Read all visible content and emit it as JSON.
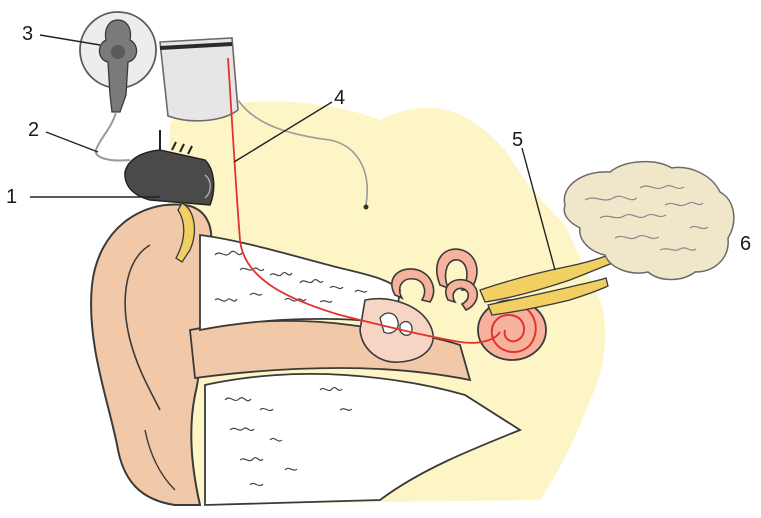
{
  "callouts": [
    {
      "id": "callout-1",
      "number": "1"
    },
    {
      "id": "callout-2",
      "number": "2"
    },
    {
      "id": "callout-3",
      "number": "3"
    },
    {
      "id": "callout-4",
      "number": "4"
    },
    {
      "id": "callout-5",
      "number": "5"
    },
    {
      "id": "callout-6",
      "number": "6"
    }
  ],
  "colors": {
    "background": "#ffffff",
    "head_tissue": "#fdf5c6",
    "skin": "#f2c9a8",
    "skin_outline": "#3a3a3a",
    "bone": "#ffffff",
    "cochlea": "#f6b29d",
    "nerve": "#f1cf62",
    "brain": "#f0e7cb",
    "wire": "#e3322e",
    "device": "#4a4a4a",
    "implant": "#e6e6e6"
  },
  "icons": [
    "microphone-icon",
    "speech-processor-icon",
    "transmitter-coil-icon",
    "implant-receiver-icon",
    "electrode-array-icon",
    "auditory-nerve-icon",
    "brain-icon"
  ]
}
